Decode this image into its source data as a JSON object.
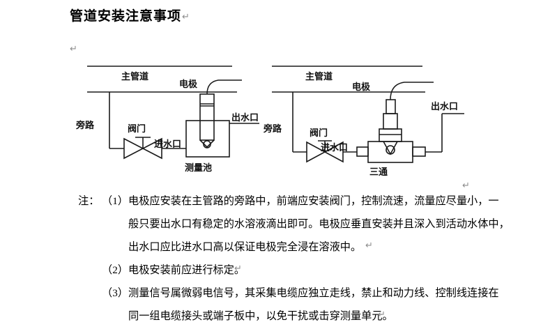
{
  "document": {
    "title": "管道安装注意事项",
    "paragraph_mark": "↵",
    "title_pilcrow": "↵"
  },
  "diagrams": [
    {
      "id": "measuring-cell-installation",
      "labels": {
        "main_pipe": "主管道",
        "bypass": "旁路",
        "valve": "阀门",
        "inlet": "进水口",
        "outlet": "出水口",
        "electrode": "电极",
        "vessel": "测量池"
      }
    },
    {
      "id": "tee-fitting-installation",
      "labels": {
        "main_pipe": "主管道",
        "bypass": "旁路",
        "valve": "阀门",
        "inlet": "进水口",
        "outlet": "出水口",
        "electrode": "电极",
        "fitting": "三通"
      }
    }
  ],
  "notes": {
    "label": "注：",
    "items": [
      {
        "number": "（1）",
        "lines": [
          "电极应安装在主管路的旁路中，前端应安装阀门，控制流速，流量应尽量小，一",
          "般只要出水口有稳定的水溶液滴出即可。电极应垂直安装并且深入到活动水体中，",
          "出水口应比进水口高以保证电极完全浸在溶液中。"
        ],
        "end_mark": "↵"
      },
      {
        "number": "（2）",
        "lines": [
          "电极安装前应进行标定。"
        ],
        "end_mark": "↵"
      },
      {
        "number": "（3）",
        "lines": [
          "测量信号属微弱电信号，其采集电缆应独立走线，禁止和动力线、控制线连接在",
          "同一组电缆接头或端子板中，以免干扰或击穿测量单元。"
        ],
        "end_mark": "↵"
      }
    ]
  },
  "colors": {
    "text": "#000000",
    "line": "#1a1a1a",
    "pilcrow": "#8d8d8d",
    "background": "#ffffff"
  }
}
